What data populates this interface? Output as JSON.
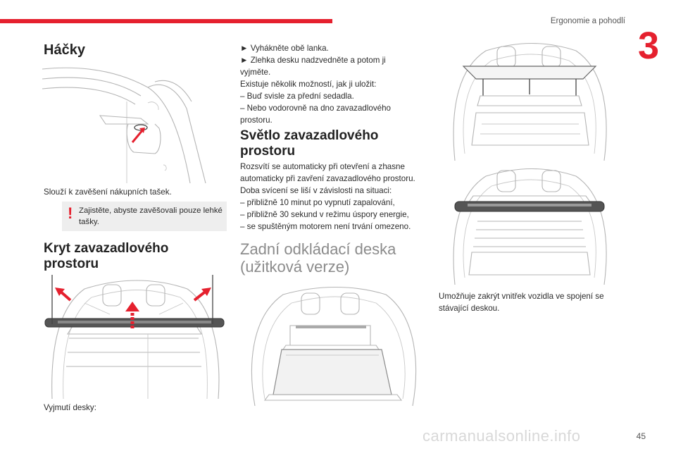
{
  "header": {
    "section": "Ergonomie a pohodlí",
    "chapter": "3"
  },
  "col1": {
    "hooks_title": "Háčky",
    "hooks_text": "Slouží k zavěšení nákupních tašek.",
    "warning": "Zajistěte, abyste zavěšovali pouze lehké tašky.",
    "cover_title_1": "Kryt zavazadlového",
    "cover_title_2": "prostoru",
    "removal_text": "Vyjmutí desky:"
  },
  "col2": {
    "steps": [
      "► Vyhákněte obě lanka.",
      "► Zlehka desku nadzvedněte a potom ji",
      "vyjměte.",
      "Existuje několik možností, jak ji uložit:",
      "– Buď svisle za přední sedadla.",
      "– Nebo vodorovně na dno zavazadlového",
      "prostoru."
    ],
    "light_title_1": "Světlo zavazadlového",
    "light_title_2": "prostoru",
    "light_lines": [
      "Rozsvítí se automaticky při otevření a zhasne",
      "automaticky při zavření zavazadlového prostoru.",
      "Doba svícení se liší v závislosti na situaci:",
      "– přibližně 10 minut po vypnutí zapalování,",
      "– přibližně 30 sekund v režimu úspory energie,",
      "– se spuštěným motorem není trvání omezeno."
    ],
    "rear_title_1": "Zadní odkládací deska",
    "rear_title_2": "(užitková verze)"
  },
  "col3": {
    "caption_lines": [
      "Umožňuje zakrýt vnitřek vozidla ve spojení se",
      "stávající deskou."
    ]
  },
  "footer": {
    "page": "45",
    "watermark": "carmanualsonline.info"
  },
  "colors": {
    "accent": "#e5202e",
    "warning_bg": "#eeeeee"
  }
}
